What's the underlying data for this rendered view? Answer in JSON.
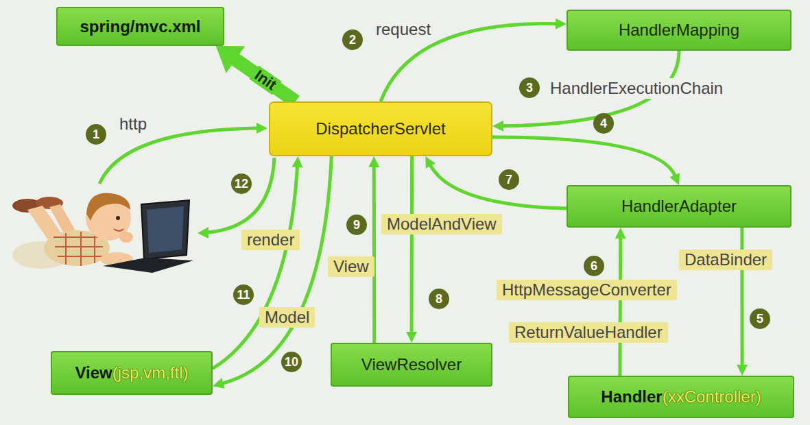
{
  "diagram": {
    "nodes": [
      {
        "text": [
          "spring/mvc.xml"
        ]
      },
      {
        "text": [
          "DispatcherServlet"
        ]
      },
      {
        "text": [
          "HandlerMapping"
        ]
      },
      {
        "text": [
          "HandlerAdapter"
        ]
      },
      {
        "text": [
          "Handler",
          "(xxController)"
        ]
      },
      {
        "text": [
          "View",
          "(jsp,vm,ftl)"
        ]
      },
      {
        "text": [
          "ViewResolver"
        ]
      }
    ],
    "edges": [
      {
        "from": 1,
        "to": 0,
        "arrow": "to",
        "label": "Init"
      },
      {
        "from": 1,
        "to": 2,
        "arrow": "to",
        "label": "request"
      },
      {
        "from": 2,
        "to": 1,
        "arrow": "to",
        "label": "HandlerExecutionChain"
      },
      {
        "from": 1,
        "to": 3,
        "arrow": "to"
      },
      {
        "from": 3,
        "to": 4,
        "arrow": "to",
        "label": "DataBinder"
      },
      {
        "from": 4,
        "to": 3,
        "arrow": "to",
        "label": "ReturnValueHandler"
      },
      {
        "from": 3,
        "to": 1,
        "arrow": "to"
      },
      {
        "from": 1,
        "to": 6,
        "arrow": "to",
        "label": "ModelAndView"
      },
      {
        "from": 6,
        "to": 1,
        "arrow": "to",
        "label": "View"
      },
      {
        "from": 1,
        "to": 5,
        "arrow": "to",
        "label": "Model"
      },
      {
        "from": 5,
        "to": 1,
        "arrow": "to",
        "label": "render"
      }
    ],
    "labels": [
      "1",
      "http",
      "2",
      "3",
      "4",
      "5",
      "6",
      "HttpMessageConverter",
      "7",
      "8",
      "9",
      "10",
      "11",
      "12"
    ]
  }
}
